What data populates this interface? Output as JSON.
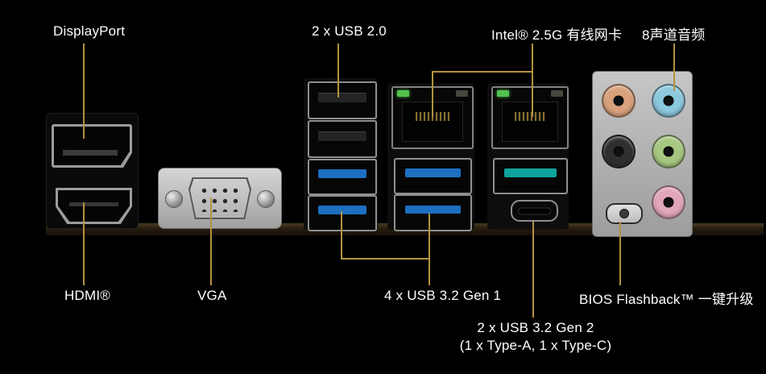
{
  "labels": {
    "displayport": "DisplayPort",
    "usb2": "2 x USB 2.0",
    "lan": "Intel® 2.5G 有线网卡",
    "audio": "8声道音频",
    "hdmi": "HDMI®",
    "vga": "VGA",
    "usb32gen1": "4 x USB 3.2 Gen 1",
    "bios_flashback": "BIOS Flashback™ 一键升级",
    "usb32gen2": "2 x USB 3.2 Gen 2",
    "usb32gen2_detail": "(1 x Type-A, 1 x Type-C)"
  },
  "colors": {
    "background": "#000000",
    "label_text": "#ffffff",
    "callout": "#b3923f",
    "usb2_tongue": "#242424",
    "usb3_tongue": "#1d6fc0",
    "usb32gen2_tongue": "#10a39b",
    "lan_led_green": "#52c24e",
    "audio_jack_orange": "#d9a17c",
    "audio_jack_lightblue": "#8cc8de",
    "audio_jack_black": "#2f2f2f",
    "audio_jack_green": "#a6c77f",
    "audio_jack_pink": "#e2a6ba"
  }
}
